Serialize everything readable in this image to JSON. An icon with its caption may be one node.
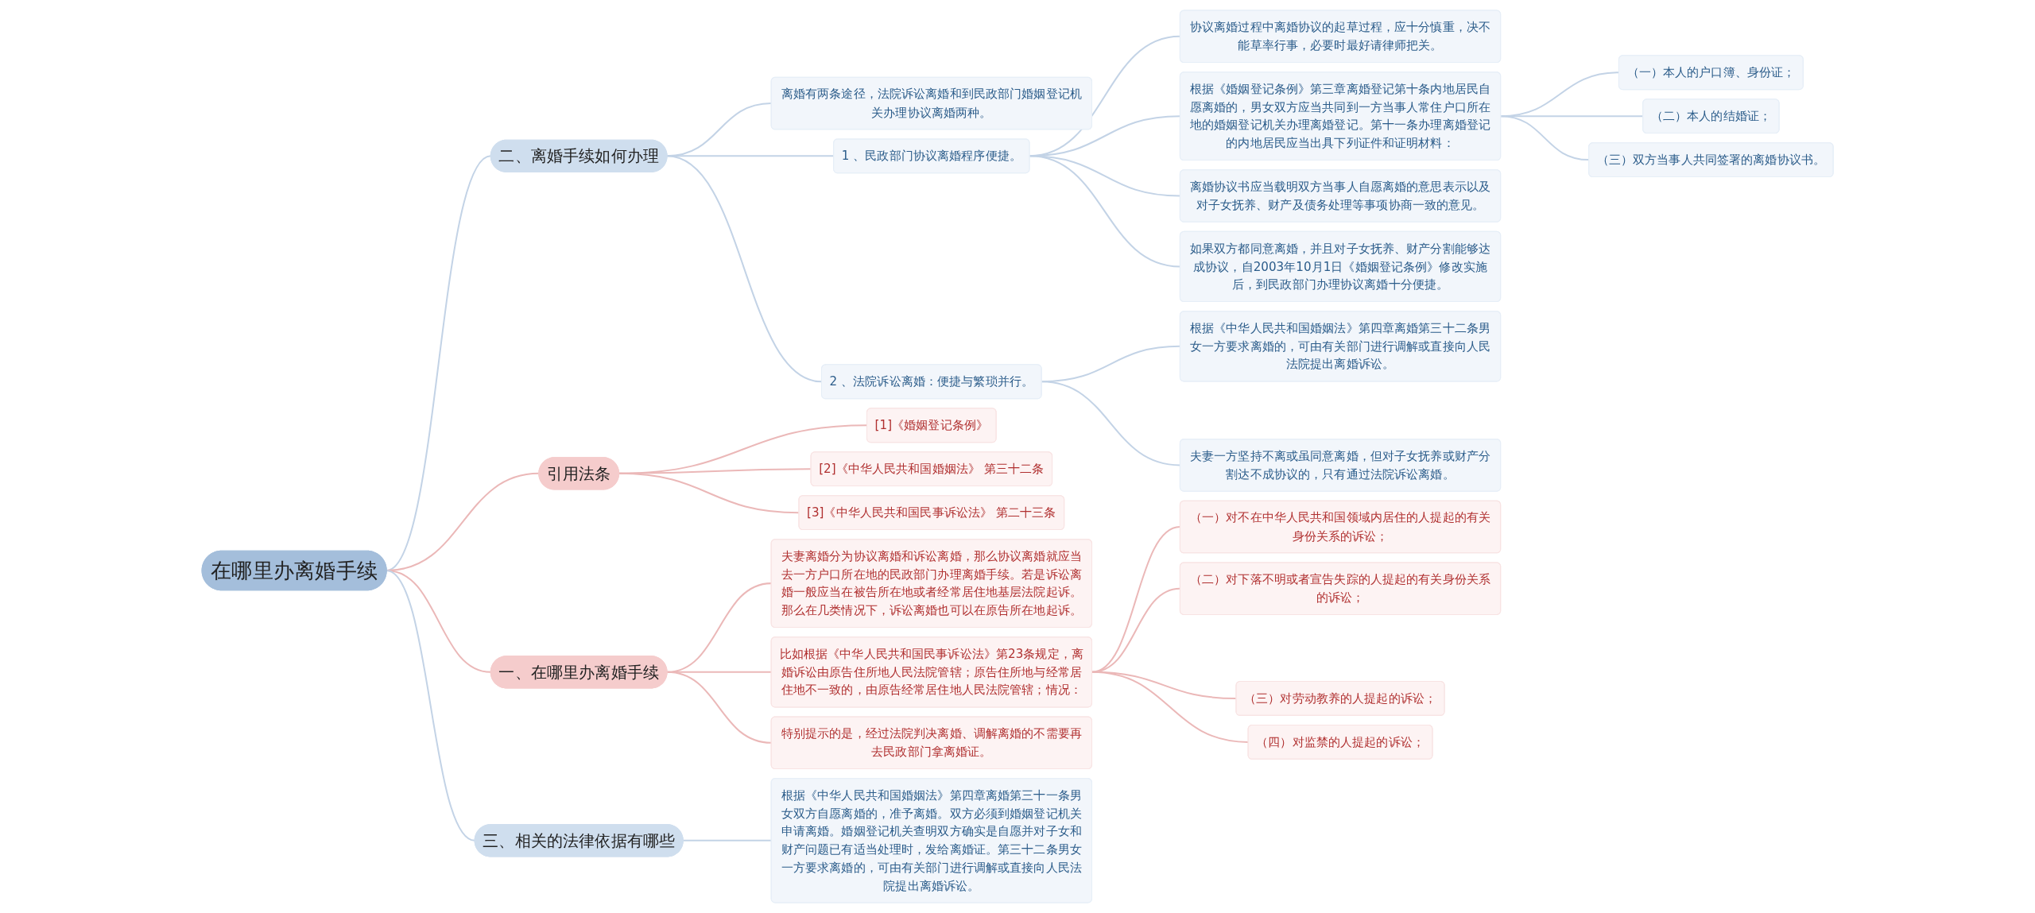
{
  "diagram": {
    "nodes": [
      {
        "text": [
          "在哪里办离婚手续"
        ]
      },
      {
        "text": [
          "二、离婚手续如何办理"
        ]
      },
      {
        "text": [
          "离婚有两条途径，法院诉讼离婚和到民政部门婚姻登记机关办理协议离婚两种。"
        ]
      },
      {
        "text": [
          "1 、民政部门协议离婚程序便捷。"
        ]
      },
      {
        "text": [
          "协议离婚过程中离婚协议的起草过程，应十分慎重，决不能草率行事，必要时最好请律师把关。"
        ]
      },
      {
        "text": [
          "根据《婚姻登记条例》第三章离婚登记第十条内地居民自愿离婚的，男女双方应当共同到一方当事人常住户口所在地的婚姻登记机关办理离婚登记。第十一条办理离婚登记的内地居民应当出具下列证件和证明材料："
        ]
      },
      {
        "text": [
          "（一）本人的户口簿、身份证；"
        ]
      },
      {
        "text": [
          "（二）本人的结婚证；"
        ]
      },
      {
        "text": [
          "（三）双方当事人共同签署的离婚协议书。"
        ]
      },
      {
        "text": [
          "离婚协议书应当载明双方当事人自愿离婚的意思表示以及对子女抚养、财产及债务处理等事项协商一致的意见。"
        ]
      },
      {
        "text": [
          "如果双方都同意离婚，并且对子女抚养、财产分割能够达成协议，自2003年10月1日《婚姻登记条例》修改实施后，到民政部门办理协议离婚十分便捷。"
        ]
      },
      {
        "text": [
          "2 、法院诉讼离婚：便捷与繁琐并行。"
        ]
      },
      {
        "text": [
          "根据《中华人民共和国婚姻法》第四章离婚第三十二条男女一方要求离婚的，可由有关部门进行调解或直接向人民法院提出离婚诉讼。"
        ]
      },
      {
        "text": [
          "夫妻一方坚持不离或虽同意离婚，但对子女抚养或财产分割达不成协议的，只有通过法院诉讼离婚。"
        ]
      },
      {
        "text": [
          "引用法条"
        ]
      },
      {
        "text": [
          "[1]《婚姻登记条例》"
        ]
      },
      {
        "text": [
          "[2]《中华人民共和国婚姻法》 第三十二条"
        ]
      },
      {
        "text": [
          "[3]《中华人民共和国民事诉讼法》 第二十三条"
        ]
      },
      {
        "text": [
          "一、在哪里办离婚手续"
        ]
      },
      {
        "text": [
          "夫妻离婚分为协议离婚和诉讼离婚，那么协议离婚就应当去一方户口所在地的民政部门办理离婚手续。若是诉讼离婚一般应当在被告所在地或者经常居住地基层法院起诉。那么在几类情况下，诉讼离婚也可以在原告所在地起诉。"
        ]
      },
      {
        "text": [
          "比如根据《中华人民共和国民事诉讼法》第23条规定，离婚诉讼由原告住所地人民法院管辖；原告住所地与经常居住地不一致的，由原告经常居住地人民法院管辖；情况："
        ]
      },
      {
        "text": [
          "（一）对不在中华人民共和国领域内居住的人提起的有关身份关系的诉讼；"
        ]
      },
      {
        "text": [
          "（二）对下落不明或者宣告失踪的人提起的有关身份关系的诉讼；"
        ]
      },
      {
        "text": [
          "（三）对劳动教养的人提起的诉讼；"
        ]
      },
      {
        "text": [
          "（四）对监禁的人提起的诉讼；"
        ]
      },
      {
        "text": [
          "特别提示的是，经过法院判决离婚、调解离婚的不需要再去民政部门拿离婚证。"
        ]
      },
      {
        "text": [
          "三、相关的法律依据有哪些"
        ]
      },
      {
        "text": [
          "根据《中华人民共和国婚姻法》第四章离婚第三十一条男女双方自愿离婚的，准予离婚。双方必须到婚姻登记机关申请离婚。婚姻登记机关查明双方确实是自愿并对子女和财产问题已有适当处理时，发给离婚证。第三十二条男女一方要求离婚的，可由有关部门进行调解或直接向人民法院提出离婚诉讼。"
        ]
      }
    ],
    "edges": [
      {
        "from": 0,
        "to": 1,
        "arrow": "none"
      },
      {
        "from": 1,
        "to": 2,
        "arrow": "none"
      },
      {
        "from": 1,
        "to": 3,
        "arrow": "none"
      },
      {
        "from": 3,
        "to": 4,
        "arrow": "none"
      },
      {
        "from": 3,
        "to": 5,
        "arrow": "none"
      },
      {
        "from": 5,
        "to": 6,
        "arrow": "none"
      },
      {
        "from": 5,
        "to": 7,
        "arrow": "none"
      },
      {
        "from": 5,
        "to": 8,
        "arrow": "none"
      },
      {
        "from": 3,
        "to": 9,
        "arrow": "none"
      },
      {
        "from": 3,
        "to": 10,
        "arrow": "none"
      },
      {
        "from": 1,
        "to": 11,
        "arrow": "none"
      },
      {
        "from": 11,
        "to": 12,
        "arrow": "none"
      },
      {
        "from": 11,
        "to": 13,
        "arrow": "none"
      },
      {
        "from": 0,
        "to": 14,
        "arrow": "none",
        "color": "#ebb8b8"
      },
      {
        "from": 14,
        "to": 15,
        "arrow": "none",
        "color": "#ebb8b8"
      },
      {
        "from": 14,
        "to": 16,
        "arrow": "none",
        "color": "#ebb8b8"
      },
      {
        "from": 14,
        "to": 17,
        "arrow": "none",
        "color": "#ebb8b8"
      },
      {
        "from": 0,
        "to": 18,
        "arrow": "none",
        "color": "#ebb8b8"
      },
      {
        "from": 18,
        "to": 19,
        "arrow": "none",
        "color": "#ebb8b8"
      },
      {
        "from": 18,
        "to": 20,
        "arrow": "none",
        "color": "#ebb8b8"
      },
      {
        "from": 20,
        "to": 21,
        "arrow": "none",
        "color": "#ebb8b8"
      },
      {
        "from": 20,
        "to": 22,
        "arrow": "none",
        "color": "#ebb8b8"
      },
      {
        "from": 20,
        "to": 23,
        "arrow": "none",
        "color": "#ebb8b8"
      },
      {
        "from": 20,
        "to": 24,
        "arrow": "none",
        "color": "#ebb8b8"
      },
      {
        "from": 18,
        "to": 25,
        "arrow": "none",
        "color": "#ebb8b8"
      },
      {
        "from": 0,
        "to": 26,
        "arrow": "none"
      },
      {
        "from": 26,
        "to": 27,
        "arrow": "none"
      }
    ]
  }
}
